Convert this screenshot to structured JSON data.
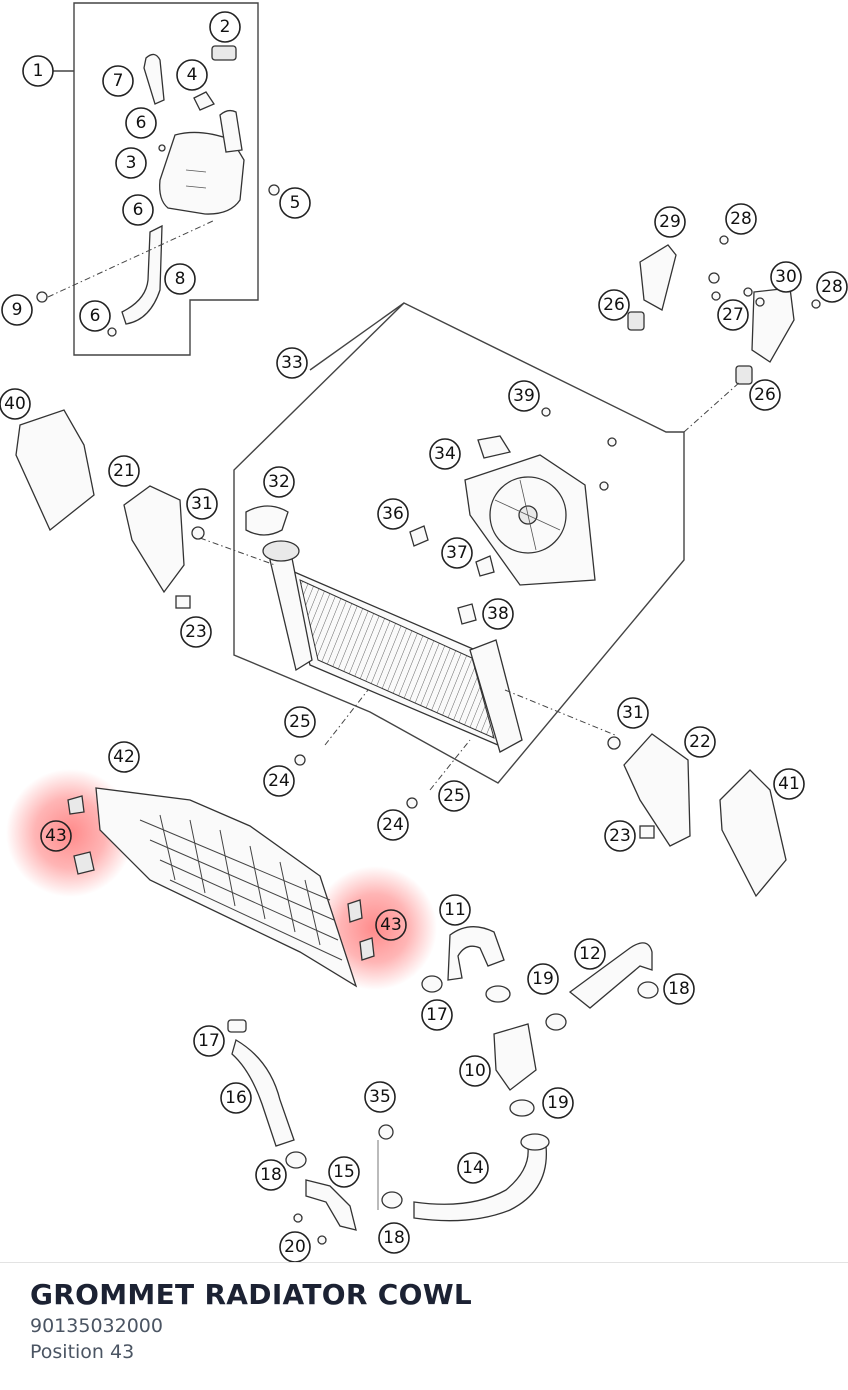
{
  "diagram": {
    "highlight_color": "#ff2b2b",
    "highlighted_position": "43",
    "callouts": [
      "1",
      "2",
      "3",
      "4",
      "5",
      "6",
      "7",
      "8",
      "9",
      "10",
      "11",
      "12",
      "14",
      "15",
      "16",
      "17",
      "18",
      "19",
      "20",
      "21",
      "22",
      "23",
      "24",
      "25",
      "26",
      "27",
      "28",
      "29",
      "30",
      "31",
      "32",
      "33",
      "34",
      "35",
      "36",
      "37",
      "38",
      "39",
      "40",
      "41",
      "42",
      "43"
    ]
  },
  "part": {
    "name": "GROMMET RADIATOR COWL",
    "number": "90135032000",
    "position_label": "Position 43"
  }
}
